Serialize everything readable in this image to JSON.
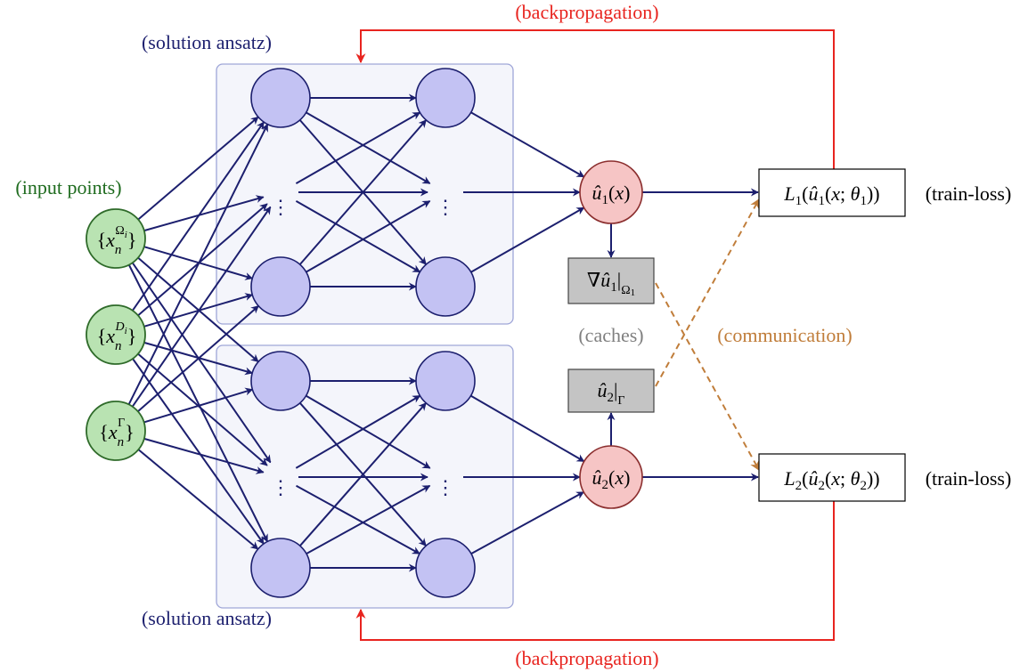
{
  "labels": {
    "backprop_top": "(backpropagation)",
    "backprop_bottom": "(backpropagation)",
    "ansatz_top": "(solution ansatz)",
    "ansatz_bottom": "(solution ansatz)",
    "input_points": "(input points)",
    "caches": "(caches)",
    "communication": "(communication)",
    "train_loss_1": "(train-loss)",
    "train_loss_2": "(train-loss)",
    "ellipsis": "⋮"
  },
  "inputs": [
    {
      "symbol": "x",
      "sub": "n",
      "sup": "Ω",
      "supsub": "i"
    },
    {
      "symbol": "x",
      "sub": "n",
      "sup": "D",
      "supsub": "i"
    },
    {
      "symbol": "x",
      "sub": "n",
      "sup": "Γ",
      "supsub": ""
    }
  ],
  "outputs": [
    {
      "symbol": "û",
      "index": "1",
      "arg": "x"
    },
    {
      "symbol": "û",
      "index": "2",
      "arg": "x"
    }
  ],
  "losses": [
    {
      "symbol": "L",
      "index": "1",
      "inner_symbol": "û",
      "arg": "x",
      "param": "θ"
    },
    {
      "symbol": "L",
      "index": "2",
      "inner_symbol": "û",
      "arg": "x",
      "param": "θ"
    }
  ],
  "caches_boxes": {
    "grad": {
      "nabla": "∇",
      "symbol": "û",
      "index": "1",
      "restrict": "Ω",
      "restrict_index": "1"
    },
    "trace": {
      "symbol": "û",
      "index": "2",
      "restrict": "Γ"
    }
  },
  "colors": {
    "navy": "#1c1f6e",
    "input_fill": "#b9e3b2",
    "input_stroke": "#2f6b2a",
    "hidden_fill": "#c3c2f3",
    "hidden_stroke": "#1c1f6e",
    "output_fill": "#f6c5c5",
    "output_stroke": "#8b2e2e",
    "panel_fill": "#f4f5fb",
    "panel_stroke": "#9fa6d8",
    "cache_fill": "#c4c4c4",
    "backprop": "#e8241f",
    "communication": "#c07d3a"
  }
}
